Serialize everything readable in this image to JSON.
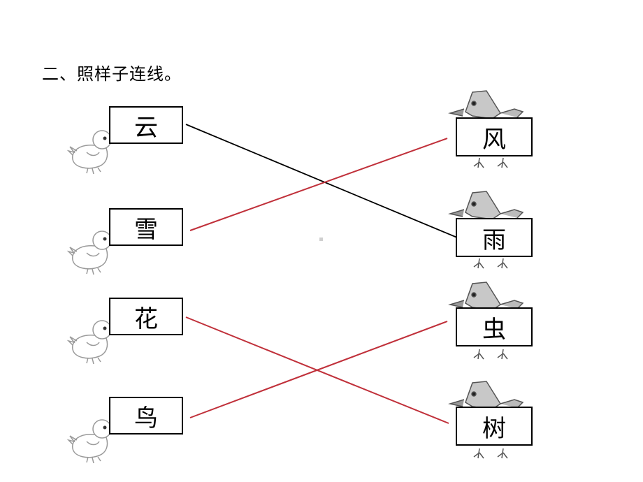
{
  "title": "二、照样子连线。",
  "left_words": [
    "云",
    "雪",
    "花",
    "鸟"
  ],
  "right_words": [
    "风",
    "雨",
    "虫",
    "树"
  ],
  "connections": [
    {
      "from": "云",
      "to": "雨",
      "color": "#000000",
      "kind": "example"
    },
    {
      "from": "雪",
      "to": "风",
      "color": "#c0303a",
      "kind": "answer"
    },
    {
      "from": "花",
      "to": "树",
      "color": "#c0303a",
      "kind": "answer"
    },
    {
      "from": "鸟",
      "to": "虫",
      "color": "#c0303a",
      "kind": "answer"
    }
  ],
  "icons": {
    "left": "chick-icon",
    "right": "hen-icon"
  },
  "colors": {
    "example_line": "#000000",
    "answer_line": "#c0303a",
    "figure_stroke": "#8a8a8a"
  }
}
